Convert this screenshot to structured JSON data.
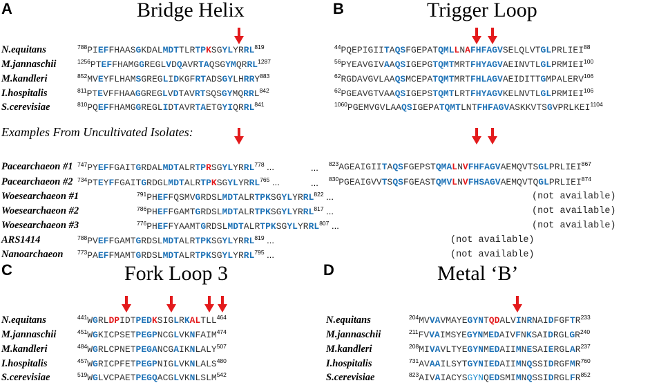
{
  "colors": {
    "conserved": "#1f73b7",
    "highlight": "#e31a1c",
    "arrow": "#e31a1c",
    "text": "#333333"
  },
  "panels": {
    "A": {
      "letter": "A",
      "title": "Bridge Helix"
    },
    "B": {
      "letter": "B",
      "title": "Trigger Loop"
    },
    "C": {
      "letter": "C",
      "title": "Fork Loop 3"
    },
    "D": {
      "letter": "D",
      "title": "Metal ‘B’"
    }
  },
  "uncultivated_heading": "Examples From Uncultivated Isolates:",
  "not_available": "(not available)",
  "ellipsis": "...",
  "species": {
    "N.equitans": "N.equitans",
    "M.jannaschii": "M.jannaschii",
    "M.kandleri": "M.kandleri",
    "I.hospitalis": "I.hospitalis",
    "S.cerevisiae": "S.cerevisiae",
    "Pacearchaeon1": "Pacearchaeon #1",
    "Pacearchaeon2": "Pacearchaeon #2",
    "Woesearchaeon1": "Woesearchaeon #1",
    "Woesearchaeon2": "Woesearchaeon #2",
    "Woesearchaeon3": "Woesearchaeon #3",
    "ARS1414": "ARS1414",
    "Nanoarchaeon": "Nanoarchaeon"
  },
  "sequences": {
    "A": [
      {
        "species": "N.equitans",
        "start": "788",
        "end": "819",
        "seq": "PIEFFHAASGKDALMDTTLRTPKSGYLYRRL",
        "mask": "...BB....B.....BBB.....BR..BB..BB."
      },
      {
        "species": "M.jannaschii",
        "start": "1256",
        "end": "1287",
        "seq": "PTEFFHAMGGREGLVDQAVRTAQSGYMQRRL",
        "mask": ""
      },
      {
        "species": "M.kandleri",
        "start": "852",
        "end": "883",
        "seq": "MVEYFLHAMSGREGLIDKGFRTADSGYLHRRY",
        "mask": ""
      },
      {
        "species": "I.hospitalis",
        "start": "811",
        "end": "842",
        "seq": "PTEVFFHAAGGREGLVDTAVRTSQSGYMQRRL",
        "mask": ""
      },
      {
        "species": "S.cerevisiae",
        "start": "810",
        "end": "841",
        "seq": "PQEFFHAMGGREGLIDTAVRTAETGYIQRRL",
        "mask": ""
      }
    ],
    "A_uncult": [
      {
        "species": "Pacearchaeon1",
        "start": "747",
        "end": "778",
        "seq": "PYEFFGAITGRDALMDTALRTPRSGYLYRRL"
      },
      {
        "species": "Pacearchaeon2",
        "start": "734",
        "end": "765",
        "seq": "PTEYFFGAITGRDGLMDTALRTPKSGYLYRRL"
      },
      {
        "species": "Woesearchaeon1",
        "start": "791",
        "end": "822",
        "seq": "PHEFFQSMVGRDSLMDTALRTPKSGYLYRRL"
      },
      {
        "species": "Woesearchaeon2",
        "start": "786",
        "end": "817",
        "seq": "PHEFFGAMTGRDSLMDTALRTPKSGYLYRRL"
      },
      {
        "species": "Woesearchaeon3",
        "start": "776",
        "end": "807",
        "seq": "PHEFFYAAMTGRDSLMDTALRTPKSGYLYRRL"
      },
      {
        "species": "ARS1414",
        "start": "788",
        "end": "819",
        "seq": "PVEFFGAMTGRDSLMDTALRTPKSGYLYRRL"
      },
      {
        "species": "Nanoarchaeon",
        "start": "773",
        "end": "795",
        "seq": "PAEFFMAMTGRDSLMDTALRTPKSGYLYRRL"
      }
    ],
    "B": [
      {
        "species": "N.equitans",
        "start": "44",
        "end": "88",
        "seq": "PQEPIGIITAQSFGEPATQMLLNAFHFAGVSELQLVTGLPRLIEI"
      },
      {
        "species": "M.jannaschii",
        "start": "56",
        "end": "100",
        "seq": "PYEAVGIVAAQSIGEPGTQMTMRTFHYAGVAEINVTLGLPRMIEI"
      },
      {
        "species": "M.kandleri",
        "start": "62",
        "end": "106",
        "seq": "RGDAVGVLAAQSMCEPATQMTMRTFHLAGVAEIDITTGMPALERV"
      },
      {
        "species": "I.hospitalis",
        "start": "62",
        "end": "106",
        "seq": "PGEAVGTVAAQSIGEPSTQMTLRTFHYAGVKELNVTLGLPRMIEI"
      },
      {
        "species": "S.cerevisiae",
        "start": "1060",
        "end": "1104",
        "seq": "PGEMVGVLAAQSIGEPATQMTLNTFHFAGVASKKVTSGVPRLKEI"
      }
    ],
    "B_uncult": [
      {
        "species": "Pacearchaeon1",
        "start": "823",
        "end": "867",
        "seq": "AGEAIGIITAQSFGEPSTQMALNVFHFAGVAEMQVTSGLPRLIEI"
      },
      {
        "species": "Pacearchaeon2",
        "start": "830",
        "end": "874",
        "seq": "PGEAIGVVTSQSFGEASTQMVLNVFHSAGVAEMQVTQGLPRLIEI"
      }
    ],
    "C": [
      {
        "species": "N.equitans",
        "start": "441",
        "end": "464",
        "seq": "WGRLDPIDTPEDKSIGLRKALTLL"
      },
      {
        "species": "M.jannaschii",
        "start": "451",
        "end": "474",
        "seq": "WGKICPSETPEGPNCGLVKNFAIM"
      },
      {
        "species": "M.kandleri",
        "start": "484",
        "end": "507",
        "seq": "WGRLCPNETPEGANCGAIKNLALY"
      },
      {
        "species": "I.hospitalis",
        "start": "457",
        "end": "480",
        "seq": "WGRICPFETPEGPNIGLVKNLALS"
      },
      {
        "species": "S.cerevisiae",
        "start": "519",
        "end": "542",
        "seq": "WGLVCPAETPEGQACGLVKNLSLM"
      }
    ],
    "D": [
      {
        "species": "N.equitans",
        "start": "204",
        "end": "233",
        "seq": "MVVAVMAYEGYNTQDALVINRNAIDFGFTR"
      },
      {
        "species": "M.jannaschii",
        "start": "211",
        "end": "240",
        "seq": "FVVAIMSYEGYNMEDAIVFNKSAIDRGLGR"
      },
      {
        "species": "M.kandleri",
        "start": "208",
        "end": "237",
        "seq": "MIVAVLTYEGYNMEDAIIMNESAIERGLAR"
      },
      {
        "species": "I.hospitalis",
        "start": "731",
        "end": "760",
        "seq": "AVAAILSYTGYNIEDAIIMNQSSIDRGFMR"
      },
      {
        "species": "S.cerevisiae",
        "start": "823",
        "end": "852",
        "seq": "AIVAIACYSGYNQEDSMIMNQSSIDRGLFR"
      }
    ]
  }
}
